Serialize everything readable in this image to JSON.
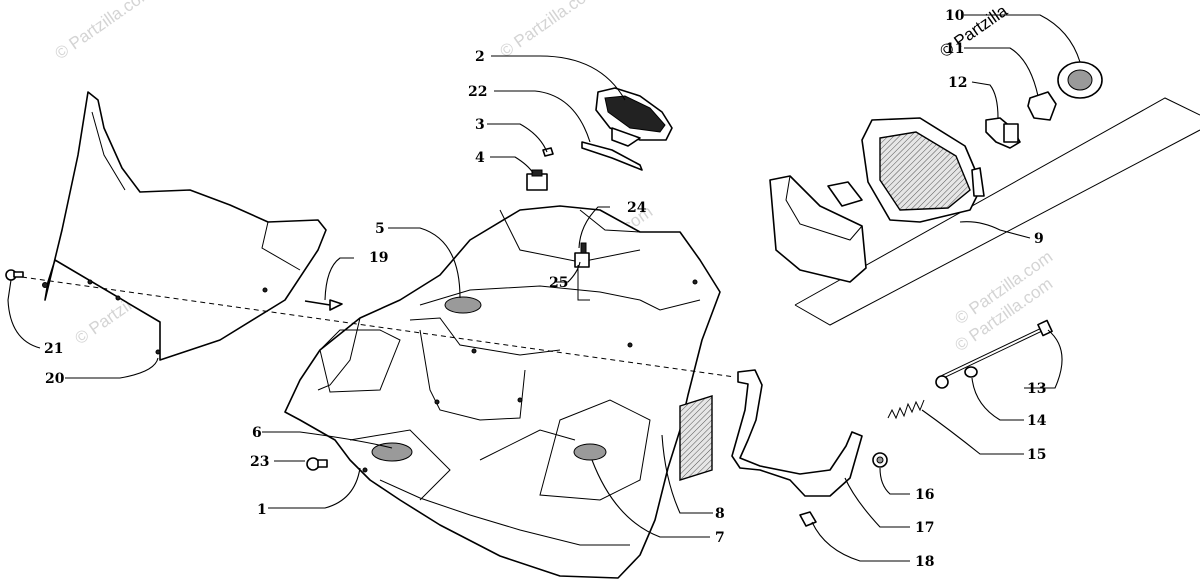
{
  "watermark": "© Partzilla.com",
  "watermark_top_right": "© Partzilla",
  "callouts": [
    {
      "id": "c1",
      "label": "1"
    },
    {
      "id": "c2",
      "label": "2"
    },
    {
      "id": "c3",
      "label": "3"
    },
    {
      "id": "c4",
      "label": "4"
    },
    {
      "id": "c5",
      "label": "5"
    },
    {
      "id": "c6",
      "label": "6"
    },
    {
      "id": "c7",
      "label": "7"
    },
    {
      "id": "c8",
      "label": "8"
    },
    {
      "id": "c9",
      "label": "9"
    },
    {
      "id": "c10",
      "label": "10"
    },
    {
      "id": "c11",
      "label": "11"
    },
    {
      "id": "c12",
      "label": "12"
    },
    {
      "id": "c13",
      "label": "13"
    },
    {
      "id": "c14",
      "label": "14"
    },
    {
      "id": "c15",
      "label": "15"
    },
    {
      "id": "c16",
      "label": "16"
    },
    {
      "id": "c17",
      "label": "17"
    },
    {
      "id": "c18",
      "label": "18"
    },
    {
      "id": "c19",
      "label": "19"
    },
    {
      "id": "c20",
      "label": "20"
    },
    {
      "id": "c21",
      "label": "21"
    },
    {
      "id": "c22",
      "label": "22"
    },
    {
      "id": "c23",
      "label": "23"
    },
    {
      "id": "c24",
      "label": "24"
    },
    {
      "id": "c25",
      "label": "25"
    }
  ]
}
